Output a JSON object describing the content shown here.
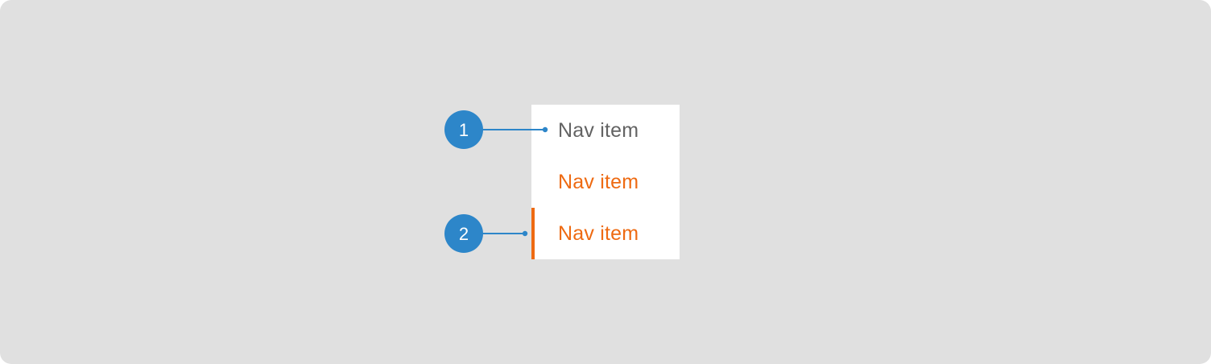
{
  "nav": {
    "items": [
      {
        "label": "Nav item",
        "state": "default"
      },
      {
        "label": "Nav item",
        "state": "hover"
      },
      {
        "label": "Nav item",
        "state": "selected"
      }
    ]
  },
  "callouts": [
    {
      "number": "1"
    },
    {
      "number": "2"
    }
  ],
  "colors": {
    "background": "#e0e0e0",
    "panel": "#ffffff",
    "text_default": "#636363",
    "accent": "#ee6a12",
    "callout": "#2d86c9"
  }
}
